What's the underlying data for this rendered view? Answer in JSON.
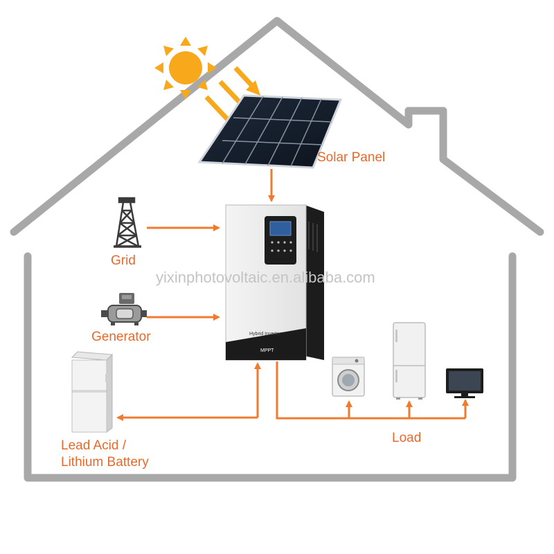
{
  "labels": {
    "solar_panel": "Solar Panel",
    "grid": "Grid",
    "generator": "Generator",
    "battery_line1": "Lead Acid /",
    "battery_line2": "Lithium Battery",
    "load": "Load"
  },
  "inverter": {
    "model_text": "Hybrid Inverter",
    "mppt_text": "MPPT"
  },
  "watermark": "yixinphotovoltaic.en.alibaba.com",
  "colors": {
    "arrow": "#f07a2e",
    "house_outline": "#a8a8a8",
    "sun": "#f7a81b",
    "label": "#e8692a"
  },
  "icons": [
    "sun-icon",
    "solar-panel-icon",
    "grid-tower-icon",
    "generator-icon",
    "battery-icon",
    "hybrid-inverter-icon",
    "washing-machine-icon",
    "refrigerator-icon",
    "monitor-icon"
  ]
}
